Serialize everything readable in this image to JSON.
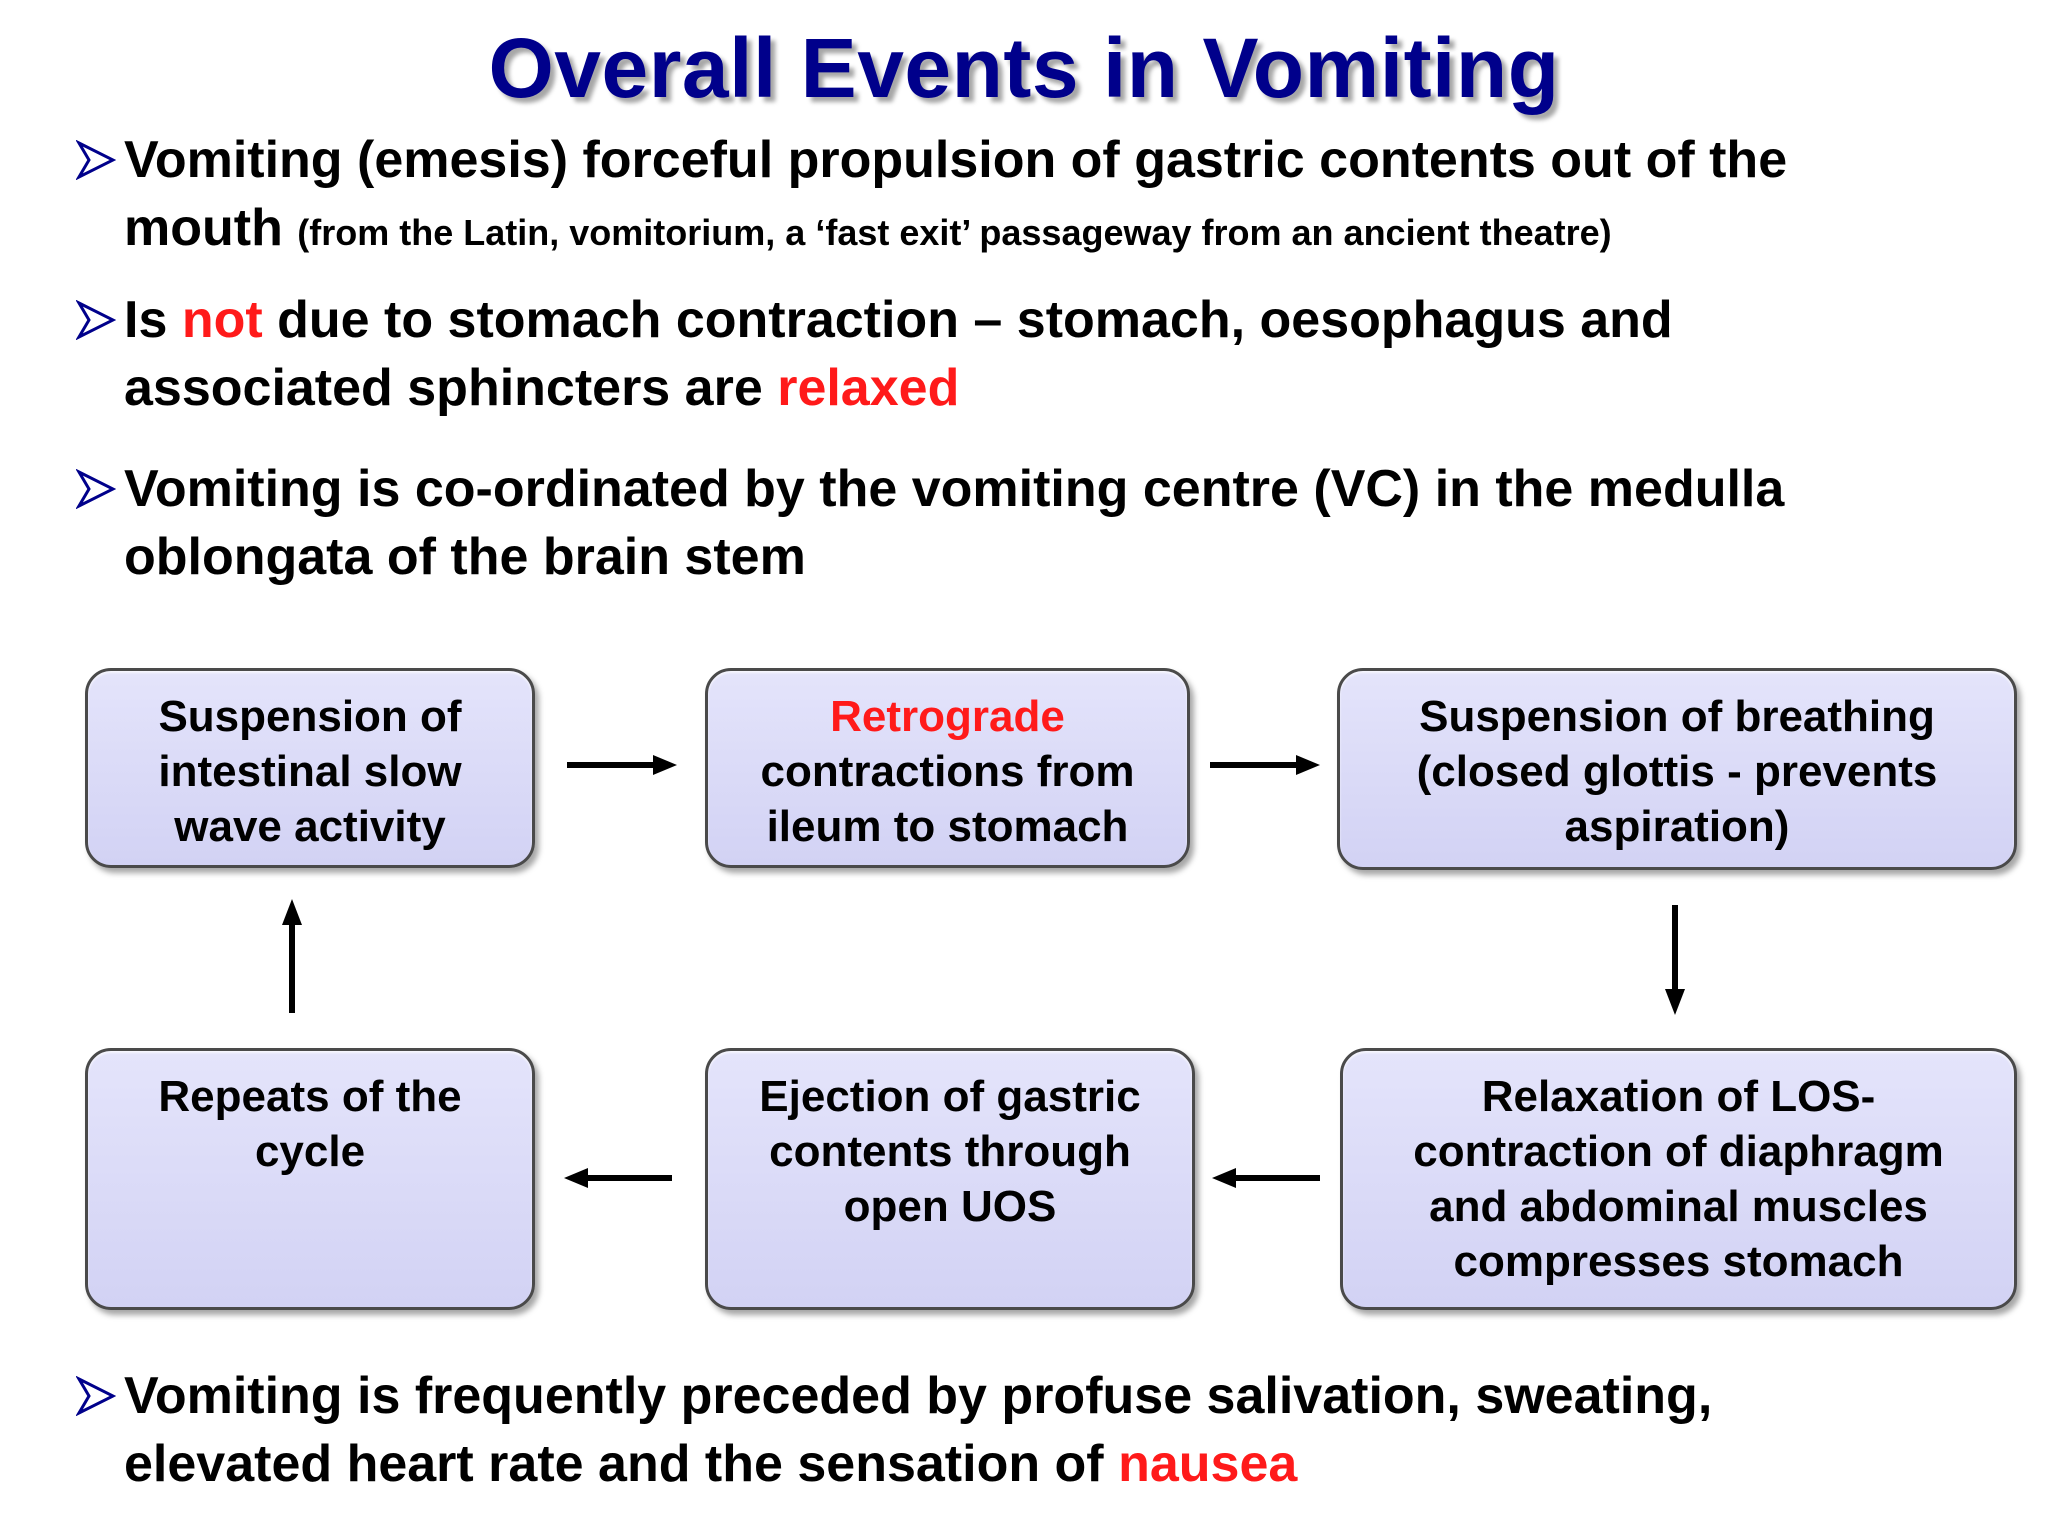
{
  "title": "Overall Events in Vomiting",
  "bullets": [
    {
      "line1": "Vomiting (emesis) forceful propulsion of gastric contents out of the",
      "line2_main": "mouth",
      "line2_note": "(from the Latin, vomitorium, a ‘fast exit’ passageway from an ancient theatre)"
    },
    {
      "line1_a": "Is ",
      "line1_red": "not",
      "line1_b": " due to stomach contraction – stomach, oesophagus and",
      "line2_a": "associated sphincters are ",
      "line2_red": "relaxed"
    },
    {
      "line1": "Vomiting is co-ordinated by the vomiting centre (VC) in the medulla",
      "line2": "oblongata of the brain stem"
    },
    {
      "line1": "Vomiting is frequently preceded by profuse salivation, sweating,",
      "line2_a": "elevated heart rate and the sensation of ",
      "line2_red": "nausea"
    }
  ],
  "flow": {
    "box1": [
      "Suspension of",
      "intestinal slow",
      "wave activity"
    ],
    "box2_red": "Retrograde",
    "box2": [
      "contractions from",
      "ileum to stomach"
    ],
    "box3": [
      "Suspension of breathing",
      "(closed glottis - prevents",
      "aspiration)"
    ],
    "box4": [
      "Relaxation of LOS-",
      "contraction of diaphragm",
      "and abdominal muscles",
      "compresses stomach"
    ],
    "box5": [
      "Ejection of gastric",
      "contents through",
      "open UOS"
    ],
    "box6": [
      "Repeats of the",
      "cycle"
    ]
  },
  "colors": {
    "title": "#00008b",
    "highlight": "#ff1a1a",
    "box_fill": "#d8d8f6",
    "bullet_arrow": "#00008b"
  },
  "icons": {
    "bullet": "arrowhead-bullet-icon",
    "flow": "arrow-icon"
  }
}
